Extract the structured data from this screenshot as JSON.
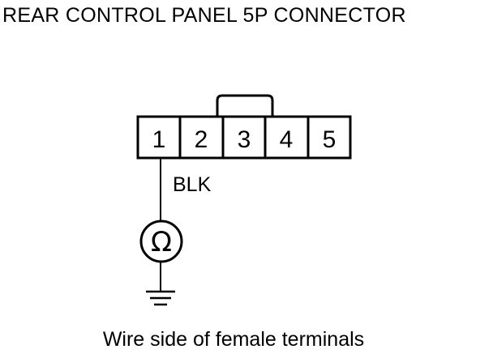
{
  "title": "REAR CONTROL PANEL 5P CONNECTOR",
  "connector": {
    "pins": [
      "1",
      "2",
      "3",
      "4",
      "5"
    ],
    "probed_pin": "1"
  },
  "wire": {
    "color_label": "BLK"
  },
  "meter": {
    "symbol": "Ω",
    "icon": "ohmmeter-icon"
  },
  "ground": {
    "icon": "ground-icon"
  },
  "caption": "Wire side of female terminals"
}
